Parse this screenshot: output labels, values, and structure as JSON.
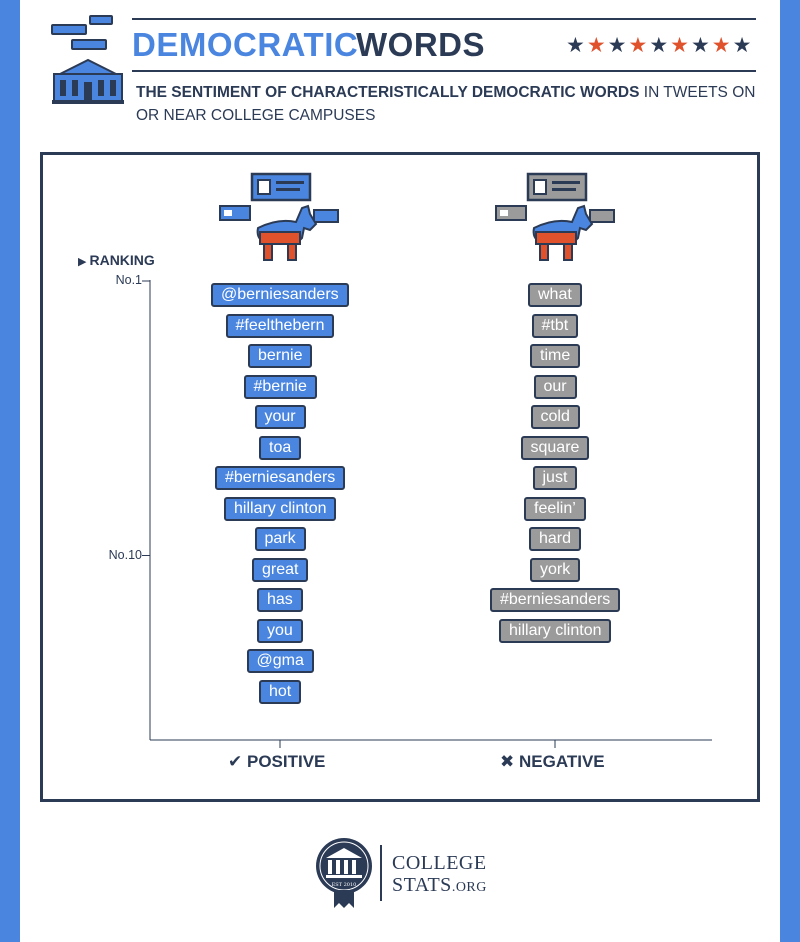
{
  "header": {
    "title_word1": "DEMOCRATIC",
    "title_word2": "WORDS",
    "subtitle_bold": "THE SENTIMENT OF CHARACTERISTICALLY DEMOCRATIC WORDS",
    "subtitle_rest": " IN TWEETS ON OR NEAR COLLEGE CAMPUSES",
    "stars": [
      "navy",
      "red",
      "navy",
      "red",
      "navy",
      "red",
      "navy",
      "red",
      "navy"
    ]
  },
  "colors": {
    "accent": "#4a86e0",
    "navy": "#2b3a55",
    "red": "#e0522c",
    "gray": "#9b9b9b"
  },
  "chart_data": {
    "type": "table",
    "title": "DEMOCRATIC WORDS",
    "ylabel": "RANKING",
    "ytick_labels": [
      {
        "label": "No.1",
        "rank": 1
      },
      {
        "label": "No.10",
        "rank": 10
      }
    ],
    "categories": [
      "POSITIVE",
      "NEGATIVE"
    ],
    "series": [
      {
        "name": "POSITIVE",
        "words": [
          "@berniesanders",
          "#feelthebern",
          "bernie",
          "#bernie",
          "your",
          "toa",
          "#berniesanders",
          "hillary clinton",
          "park",
          "great",
          "has",
          "you",
          "@gma",
          "hot"
        ],
        "ranks": [
          1,
          2,
          3,
          4,
          5,
          6,
          7,
          8,
          9,
          10,
          11,
          12,
          13,
          14
        ]
      },
      {
        "name": "NEGATIVE",
        "words": [
          "what",
          "#tbt",
          "time",
          "our",
          "cold",
          "square",
          "just",
          "feelin’",
          "hard",
          "york",
          "#berniesanders",
          "hillary clinton"
        ],
        "ranks": [
          1,
          2,
          3,
          4,
          5,
          6,
          7,
          8,
          9,
          10,
          11,
          12
        ]
      }
    ]
  },
  "footer": {
    "line1": "COLLEGE",
    "line2_main": "STATS",
    "line2_small": ".ORG",
    "seal_text": "EST 2010"
  }
}
